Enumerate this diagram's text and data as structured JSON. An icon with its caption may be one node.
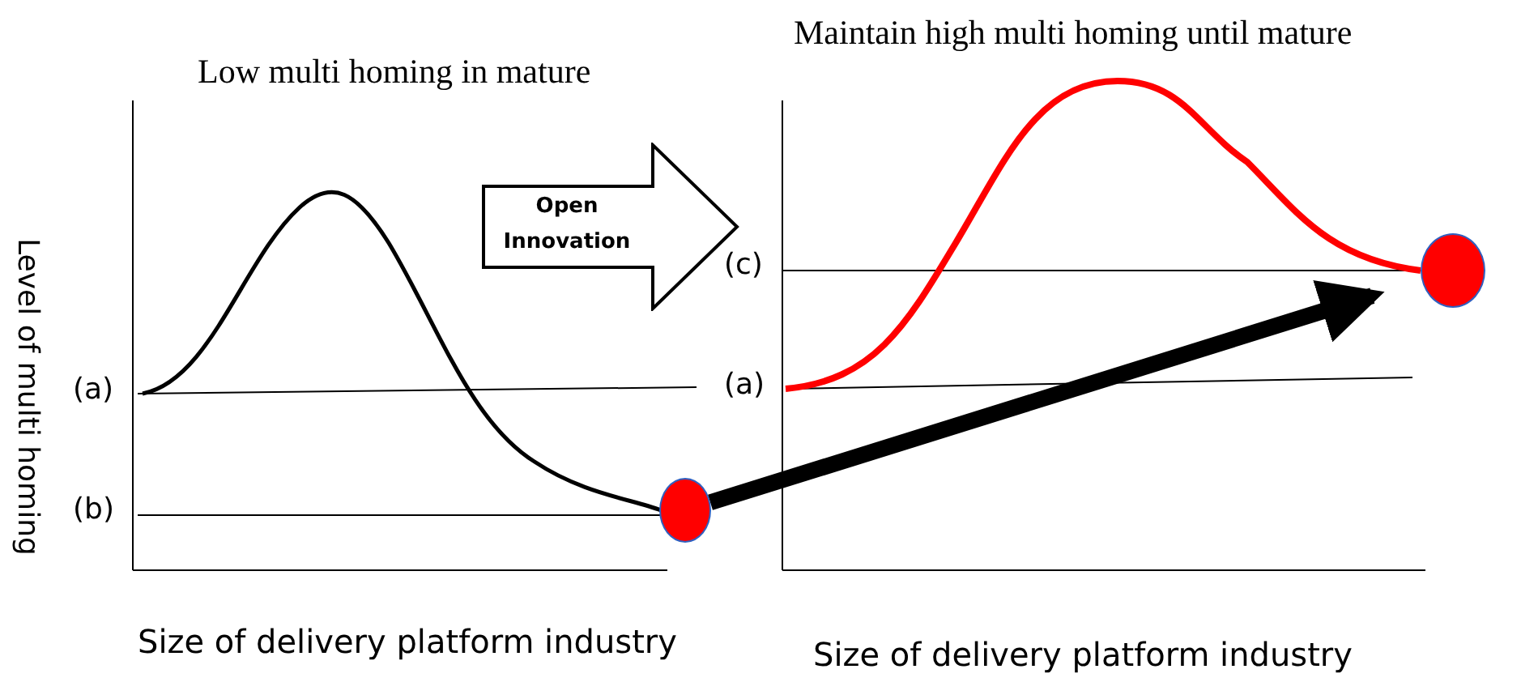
{
  "diagram": {
    "nodes": [
      {
        "text": [
          "Open Innovation"
        ]
      },
      {
        "text": [],
        "shape": "circle"
      },
      {
        "text": [],
        "shape": "circle"
      }
    ],
    "edges": [
      {
        "from": 1,
        "to": 2,
        "arrow": "to"
      }
    ],
    "labels": [
      "Maintain high multi homing until mature",
      "Low multi homing in mature",
      "Level of multi homing",
      "(c)",
      "(a)",
      "(a)",
      "(b)",
      "Size of delivery platform industry",
      "Size of delivery platform industry"
    ]
  }
}
